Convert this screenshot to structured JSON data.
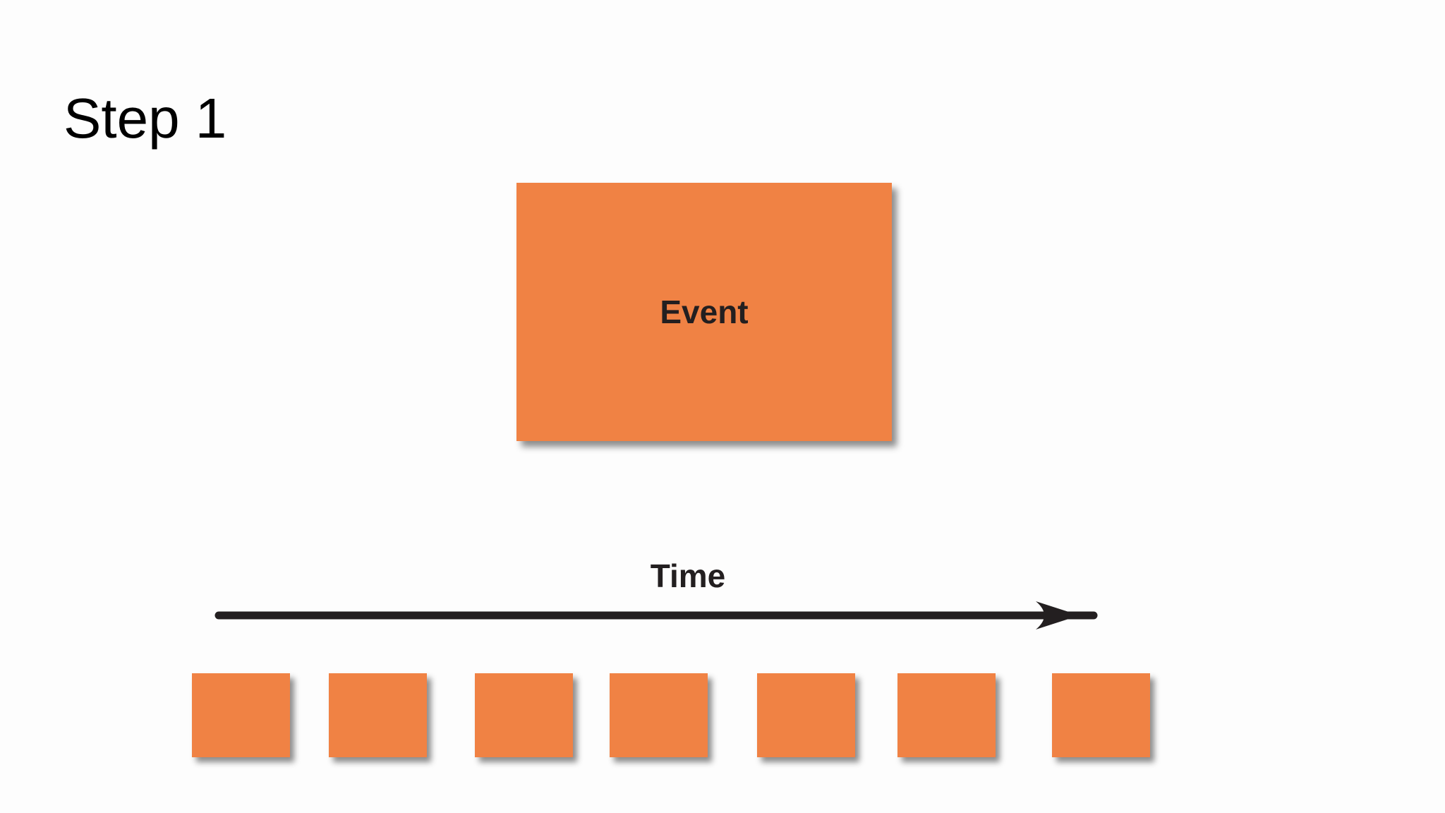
{
  "slide": {
    "title": "Step 1"
  },
  "diagram": {
    "event_label": "Event",
    "time_label": "Time",
    "block_color": "#f08244",
    "arrow_color": "#231f20",
    "slot_count": 7
  }
}
